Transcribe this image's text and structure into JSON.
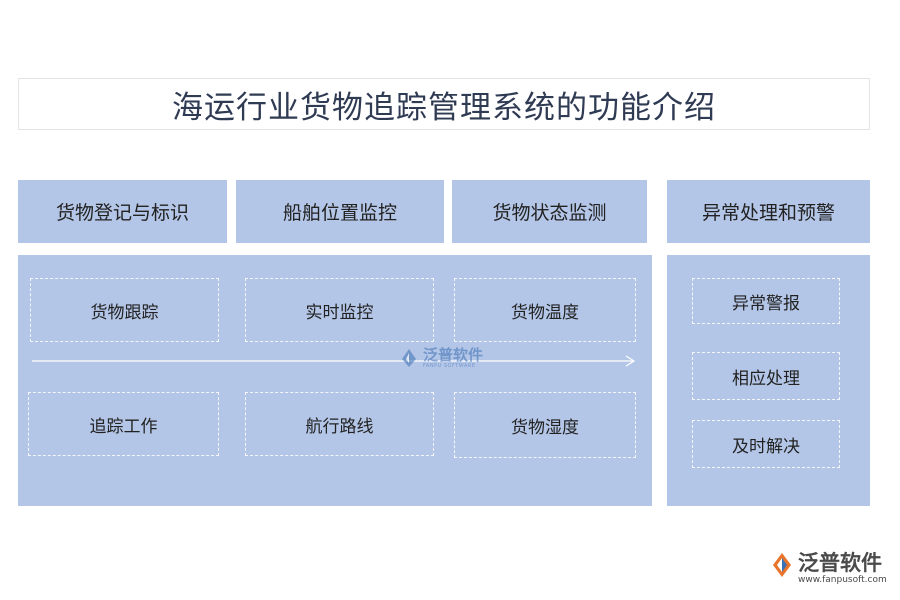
{
  "title": "海运行业货物追踪管理系统的功能介绍",
  "headers": [
    "货物登记与标识",
    "船舶位置监控",
    "货物状态监测",
    "异常处理和预警"
  ],
  "main_items": {
    "row1": [
      "货物跟踪",
      "实时监控",
      "货物温度"
    ],
    "row2": [
      "追踪工作",
      "航行路线",
      "货物湿度"
    ]
  },
  "side_items": [
    "异常警报",
    "相应处理",
    "及时解决"
  ],
  "watermark": {
    "name": "泛普软件",
    "sub": "FANPU SOFTWARE"
  },
  "logo": {
    "name": "泛普软件",
    "url": "www.fanpusoft.com"
  },
  "colors": {
    "panel": "#b4c6e7",
    "title_text": "#2f3a53",
    "logo_orange": "#e8742a",
    "logo_blue": "#3c6fb4"
  }
}
